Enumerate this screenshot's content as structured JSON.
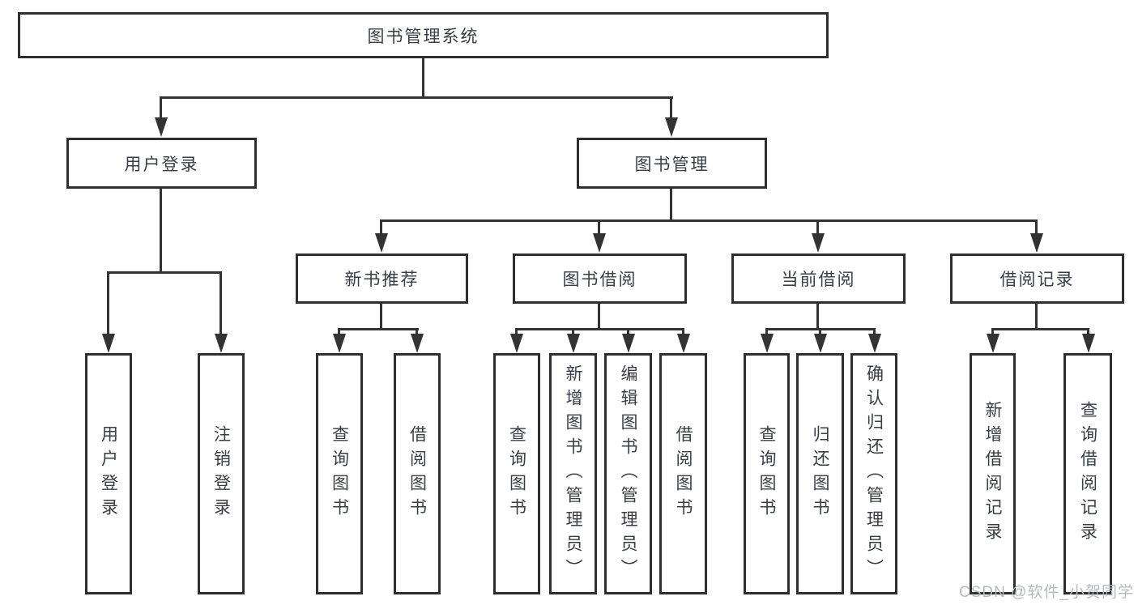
{
  "tree": {
    "root": {
      "label": "图书管理系统"
    },
    "branches": [
      {
        "label": "用户登录",
        "children": [
          {
            "label": "用户登录"
          },
          {
            "label": "注销登录"
          }
        ]
      },
      {
        "label": "图书管理",
        "children": [
          {
            "label": "新书推荐",
            "children": [
              {
                "label": "查询图书"
              },
              {
                "label": "借阅图书"
              }
            ]
          },
          {
            "label": "图书借阅",
            "children": [
              {
                "label": "查询图书"
              },
              {
                "label": "新增图书（管理员）"
              },
              {
                "label": "编辑图书（管理员）"
              },
              {
                "label": "借阅图书"
              }
            ]
          },
          {
            "label": "当前借阅",
            "children": [
              {
                "label": "查询图书"
              },
              {
                "label": "归还图书"
              },
              {
                "label": "确认归还（管理员）"
              }
            ]
          },
          {
            "label": "借阅记录",
            "children": [
              {
                "label": "新增借阅记录"
              },
              {
                "label": "查询借阅记录"
              }
            ]
          }
        ]
      }
    ]
  },
  "watermark": "CSDN @软件_小贺同学",
  "colors": {
    "line": "#333333",
    "box_border": "#2e2e2e",
    "text": "#3a3e44",
    "watermark": "#b6b9bd",
    "background": "#ffffff"
  }
}
